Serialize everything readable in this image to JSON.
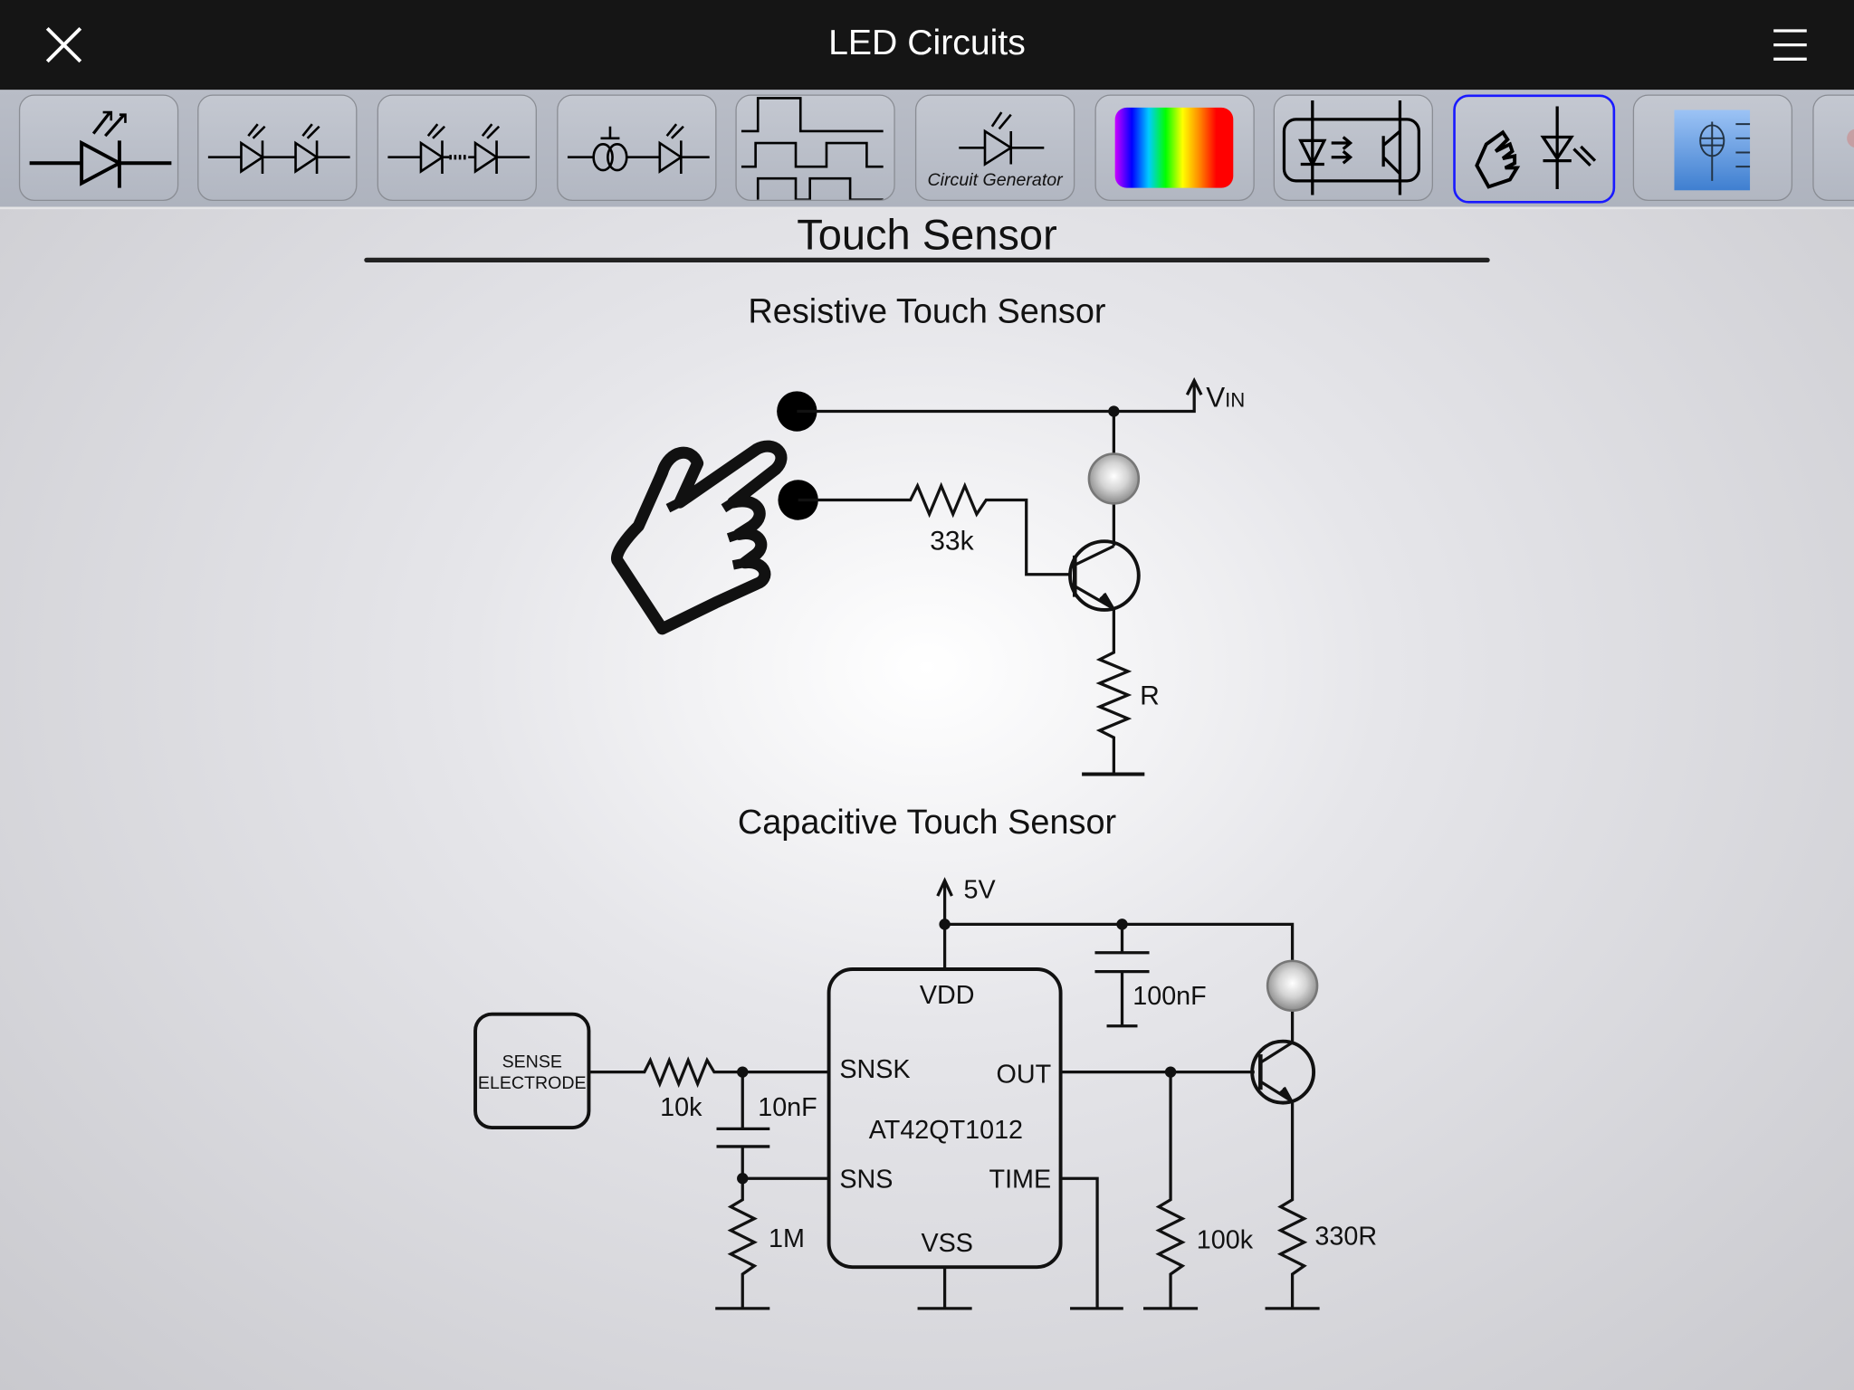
{
  "header": {
    "title": "LED Circuits",
    "close_icon": "close-icon",
    "menu_icon": "hamburger-menu-icon"
  },
  "toolbar": {
    "items": [
      {
        "name": "single-led",
        "icon": "led-symbol-icon"
      },
      {
        "name": "series-leds",
        "icon": "two-leds-series-icon"
      },
      {
        "name": "led-array",
        "icon": "led-chain-icon"
      },
      {
        "name": "current-source-led",
        "icon": "current-source-led-icon"
      },
      {
        "name": "pwm-led",
        "icon": "square-wave-icon"
      },
      {
        "name": "circuit-generator",
        "icon": "led-symbol-icon",
        "label": "Circuit Generator"
      },
      {
        "name": "led-colors",
        "icon": "rainbow-spectrum-icon"
      },
      {
        "name": "optocoupler",
        "icon": "optocoupler-icon"
      },
      {
        "name": "touch-sensor",
        "icon": "touch-led-icon",
        "selected": true
      },
      {
        "name": "resistor-reference",
        "icon": "resistor-book-icon"
      },
      {
        "name": "more",
        "icon": "partial-icon"
      }
    ],
    "selected_color": "#1a1aff"
  },
  "page": {
    "title": "Touch Sensor"
  },
  "resistive": {
    "title": "Resistive Touch Sensor",
    "vin": "V",
    "vin_sub": "IN",
    "r_base": "33k",
    "r_load": "R"
  },
  "capacitive": {
    "title": "Capacitive Touch Sensor",
    "supply": "5V",
    "electrode_line1": "SENSE",
    "electrode_line2": "ELECTRODE",
    "r_series": "10k",
    "c_sense": "10nF",
    "r_bleed": "1M",
    "c_decouple": "100nF",
    "r_pulldown": "100k",
    "r_led": "330R",
    "ic": {
      "name": "AT42QT1012",
      "vdd": "VDD",
      "vss": "VSS",
      "snsk": "SNSK",
      "sns": "SNS",
      "out": "OUT",
      "time": "TIME"
    }
  }
}
